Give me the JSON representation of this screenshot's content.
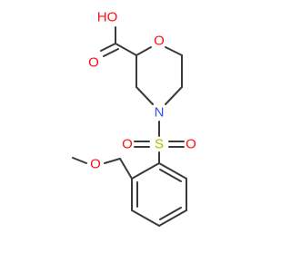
{
  "molecule": {
    "atoms": {
      "hydroxyl": {
        "label": "HO",
        "color": "#ff0d0d"
      },
      "carbonyl_oxygen": {
        "label": "O",
        "color": "#ff0d0d"
      },
      "ring_oxygen": {
        "label": "O",
        "color": "#ff0d0d"
      },
      "ring_nitrogen": {
        "label": "N",
        "color": "#3050f8"
      },
      "sulfur": {
        "label": "S",
        "color": "#b8b800"
      },
      "sulfonyl_oxygen_left": {
        "label": "O",
        "color": "#ff0d0d"
      },
      "sulfonyl_oxygen_right": {
        "label": "O",
        "color": "#ff0d0d"
      },
      "ether_oxygen": {
        "label": "O",
        "color": "#ff0d0d"
      }
    },
    "bond_color": "#3a3a3a"
  }
}
